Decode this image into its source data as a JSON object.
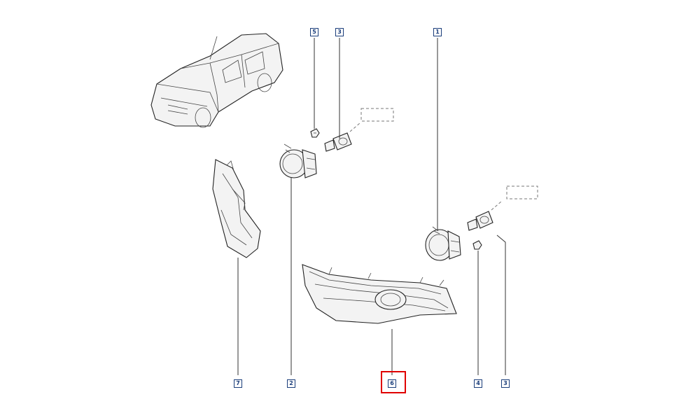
{
  "diagram": {
    "callouts": {
      "c1": "1",
      "c2": "2",
      "c3_top": "3",
      "c3_bottom": "3",
      "c4": "4",
      "c5": "5",
      "c6": "6",
      "c7": "7"
    },
    "selected_callout": "6",
    "colors": {
      "tag_border": "#1a3d7a",
      "highlight": "#e00000",
      "line": "#333333"
    }
  }
}
